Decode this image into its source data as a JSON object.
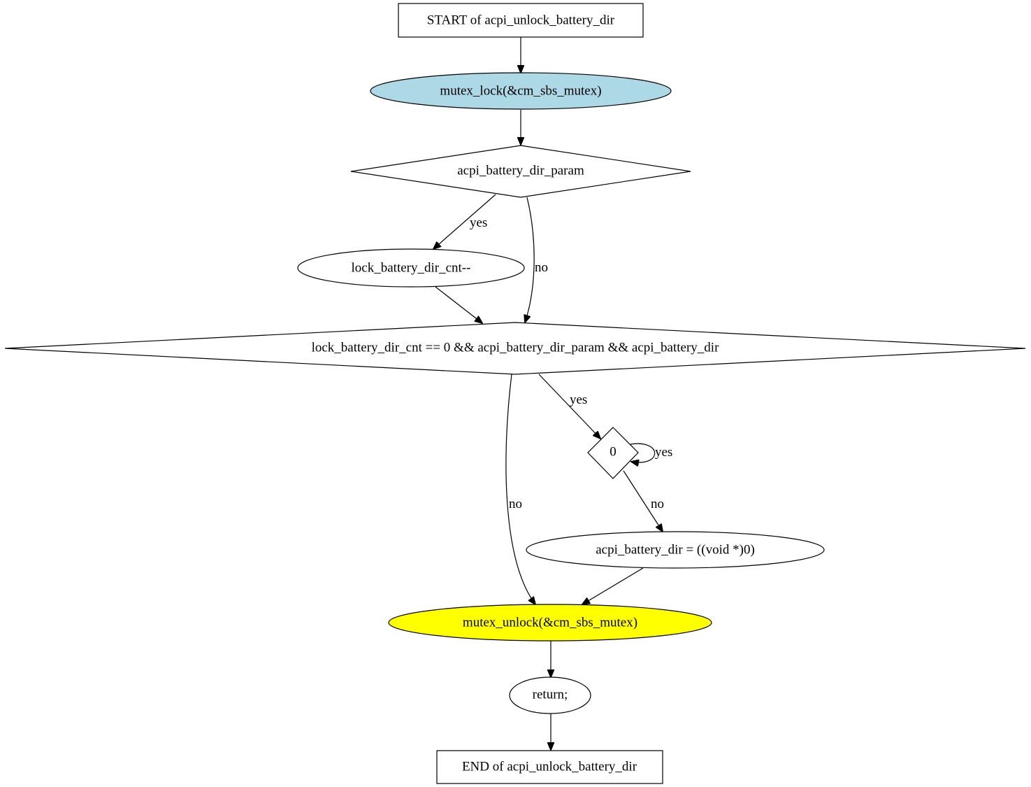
{
  "diagram": {
    "type": "flowchart",
    "nodes": {
      "start": {
        "label": "START of acpi_unlock_battery_dir",
        "shape": "box"
      },
      "mutex_lock": {
        "label": "mutex_lock(&cm_sbs_mutex)",
        "shape": "ellipse",
        "fill": "#add8e6"
      },
      "cond_param": {
        "label": "acpi_battery_dir_param",
        "shape": "diamond"
      },
      "decrement": {
        "label": "lock_battery_dir_cnt--",
        "shape": "ellipse"
      },
      "cond_main": {
        "label": "lock_battery_dir_cnt == 0 && acpi_battery_dir_param && acpi_battery_dir",
        "shape": "diamond"
      },
      "cond_zero": {
        "label": "0",
        "shape": "diamond"
      },
      "assign": {
        "label": "acpi_battery_dir = ((void *)0)",
        "shape": "ellipse"
      },
      "mutex_unlock": {
        "label": "mutex_unlock(&cm_sbs_mutex)",
        "shape": "ellipse",
        "fill": "#ffff00"
      },
      "return": {
        "label": "return;",
        "shape": "ellipse"
      },
      "end": {
        "label": "END of acpi_unlock_battery_dir",
        "shape": "box"
      }
    },
    "edges": {
      "start_to_lock": {
        "from": "start",
        "to": "mutex_lock",
        "label": ""
      },
      "lock_to_param": {
        "from": "mutex_lock",
        "to": "cond_param",
        "label": ""
      },
      "param_yes": {
        "from": "cond_param",
        "to": "decrement",
        "label": "yes"
      },
      "param_no": {
        "from": "cond_param",
        "to": "cond_main",
        "label": "no"
      },
      "dec_to_main": {
        "from": "decrement",
        "to": "cond_main",
        "label": ""
      },
      "main_yes": {
        "from": "cond_main",
        "to": "cond_zero",
        "label": "yes"
      },
      "main_no": {
        "from": "cond_main",
        "to": "mutex_unlock",
        "label": "no"
      },
      "zero_yes": {
        "from": "cond_zero",
        "to": "cond_zero",
        "label": "yes"
      },
      "zero_no": {
        "from": "cond_zero",
        "to": "assign",
        "label": "no"
      },
      "assign_to_unlock": {
        "from": "assign",
        "to": "mutex_unlock",
        "label": ""
      },
      "unlock_to_return": {
        "from": "mutex_unlock",
        "to": "return",
        "label": ""
      },
      "return_to_end": {
        "from": "return",
        "to": "end",
        "label": ""
      }
    }
  }
}
